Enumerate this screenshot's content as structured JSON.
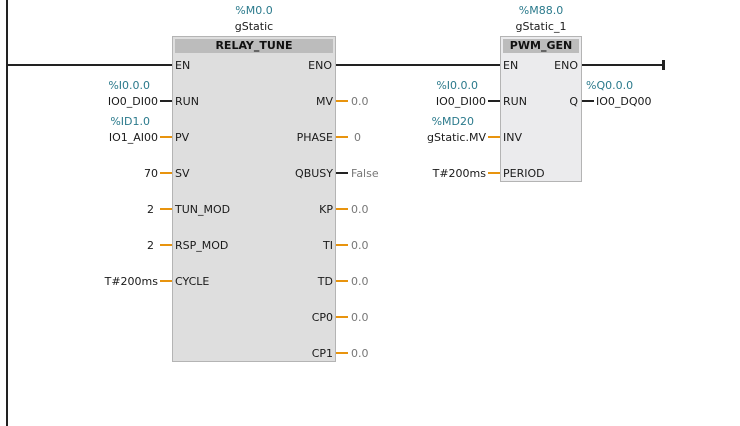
{
  "relay_tune": {
    "address": "%M0.0",
    "instance": "gStatic",
    "title": "RELAY_TUNE",
    "en": "EN",
    "eno": "ENO",
    "inputs": [
      {
        "pin": "RUN",
        "addr": "%I0.0.0",
        "tag": "IO0_DI00",
        "wire": "black"
      },
      {
        "pin": "PV",
        "addr": "%ID1.0",
        "tag": "IO1_AI00",
        "wire": "orange"
      },
      {
        "pin": "SV",
        "addr": "",
        "tag": "70",
        "wire": "orange"
      },
      {
        "pin": "TUN_MOD",
        "addr": "",
        "tag": "2",
        "wire": "orange"
      },
      {
        "pin": "RSP_MOD",
        "addr": "",
        "tag": "2",
        "wire": "orange"
      },
      {
        "pin": "CYCLE",
        "addr": "",
        "tag": "T#200ms",
        "wire": "orange"
      }
    ],
    "outputs": [
      {
        "pin": "MV",
        "value": "0.0",
        "wire": "orange"
      },
      {
        "pin": "PHASE",
        "value": "0",
        "wire": "orange"
      },
      {
        "pin": "QBUSY",
        "value": "False",
        "wire": "black"
      },
      {
        "pin": "KP",
        "value": "0.0",
        "wire": "orange"
      },
      {
        "pin": "TI",
        "value": "0.0",
        "wire": "orange"
      },
      {
        "pin": "TD",
        "value": "0.0",
        "wire": "orange"
      },
      {
        "pin": "CP0",
        "value": "0.0",
        "wire": "orange"
      },
      {
        "pin": "CP1",
        "value": "0.0",
        "wire": "orange"
      }
    ]
  },
  "pwm_gen": {
    "address": "%M88.0",
    "instance": "gStatic_1",
    "title": "PWM_GEN",
    "en": "EN",
    "eno": "ENO",
    "inputs": [
      {
        "pin": "RUN",
        "addr": "%I0.0.0",
        "tag": "IO0_DI00",
        "wire": "black"
      },
      {
        "pin": "INV",
        "addr": "%MD20",
        "tag": "gStatic.MV",
        "wire": "orange"
      },
      {
        "pin": "PERIOD",
        "addr": "",
        "tag": "T#200ms",
        "wire": "orange"
      }
    ],
    "outputs": [
      {
        "pin": "Q",
        "addr": "%Q0.0.0",
        "tag": "IO0_DQ00",
        "wire": "black"
      }
    ]
  },
  "colors": {
    "address": "#2b7a8c",
    "wire_orange": "#e8940e",
    "value_grey": "#777777"
  }
}
